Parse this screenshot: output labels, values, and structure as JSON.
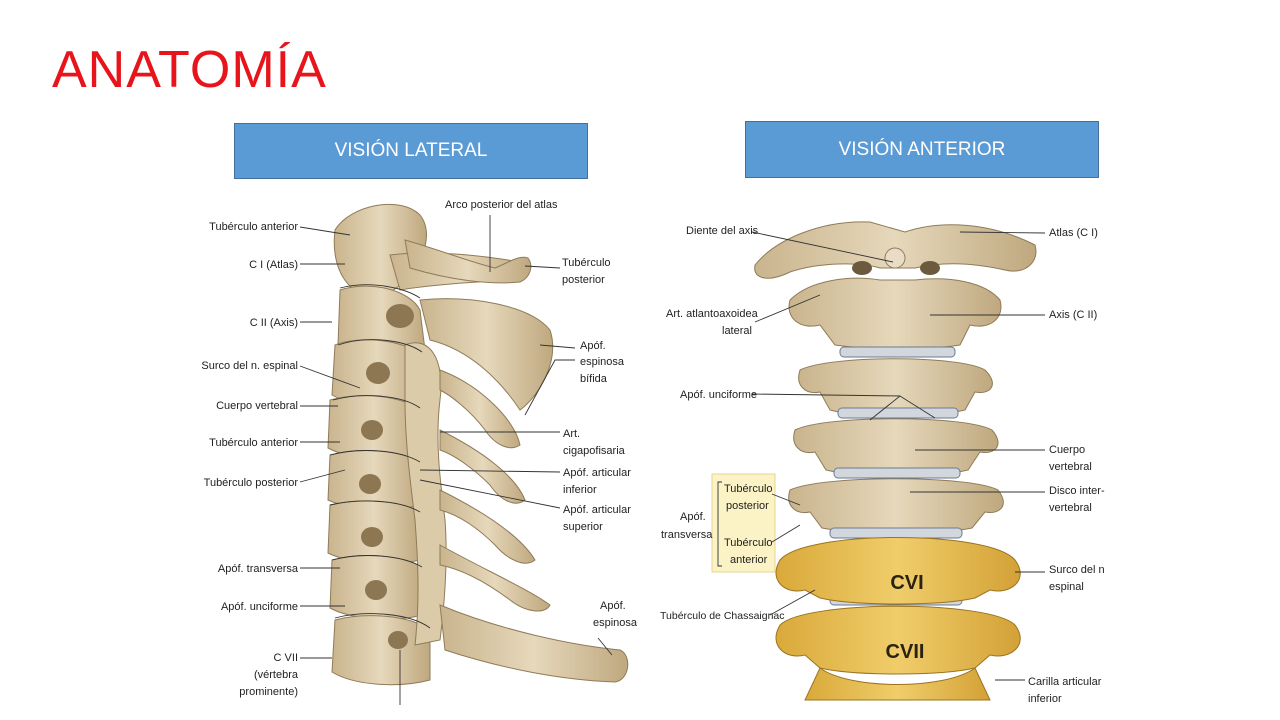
{
  "slide": {
    "title": "ANATOMÍA"
  },
  "lateral": {
    "header": "VISIÓN LATERAL",
    "labels": {
      "tuberculo_anterior_1": "Tubérculo anterior",
      "c1": "C I (Atlas)",
      "c2": "C II (Axis)",
      "surco": "Surco del n. espinal",
      "cuerpo": "Cuerpo vertebral",
      "tuberculo_anterior_2": "Tubérculo anterior",
      "tuberculo_posterior": "Tubérculo posterior",
      "transversa": "Apóf. transversa",
      "unciforme": "Apóf. unciforme",
      "c7_line1": "C VII",
      "c7_line2": "(vértebra",
      "c7_line3": "prominente)",
      "arco": "Arco posterior del atlas",
      "tub_post_line1": "Tubérculo",
      "tub_post_line2": "posterior",
      "espinosa_line1": "Apóf.",
      "espinosa_line2": "espinosa",
      "espinosa_line3": "bífida",
      "art_line1": "Art.",
      "art_line2": "cigapofisaria",
      "art_inf_line1": "Apóf. articular",
      "art_inf_line2": "inferior",
      "art_sup_line1": "Apóf. articular",
      "art_sup_line2": "superior",
      "espinosa2_line1": "Apóf.",
      "espinosa2_line2": "espinosa"
    }
  },
  "anterior": {
    "header": "VISIÓN ANTERIOR",
    "labels": {
      "diente": "Diente del axis",
      "atlanto_line1": "Art. atlantoaxoidea",
      "atlanto_line2": "lateral",
      "unciforme": "Apóf. unciforme",
      "atlas": "Atlas (C I)",
      "axis": "Axis (C II)",
      "cuerpo_line1": "Cuerpo",
      "cuerpo_line2": "vertebral",
      "disco_line1": "Disco inter-",
      "disco_line2": "vertebral",
      "surco_line1": "Surco del n",
      "surco_line2": "espinal",
      "carilla_line1": "Carilla articular",
      "carilla_line2": "inferior",
      "transversa_line1": "Apóf.",
      "transversa_line2": "transversa",
      "tub_post_line1": "Tubérculo",
      "tub_post_line2": "posterior",
      "tub_ant_line1": "Tubérculo",
      "tub_ant_line2": "anterior",
      "chassaignac": "Tubérculo de Chassaignac",
      "cvi": "CVI",
      "cvii": "CVII"
    }
  },
  "colors": {
    "title": "#e8141b",
    "header_fill": "#5b9bd5",
    "bone": "#d9c9a8",
    "bone_shadow": "#a8946e",
    "highlight_bone": "#e3bb55",
    "callout_box": "#fbf2c5"
  }
}
